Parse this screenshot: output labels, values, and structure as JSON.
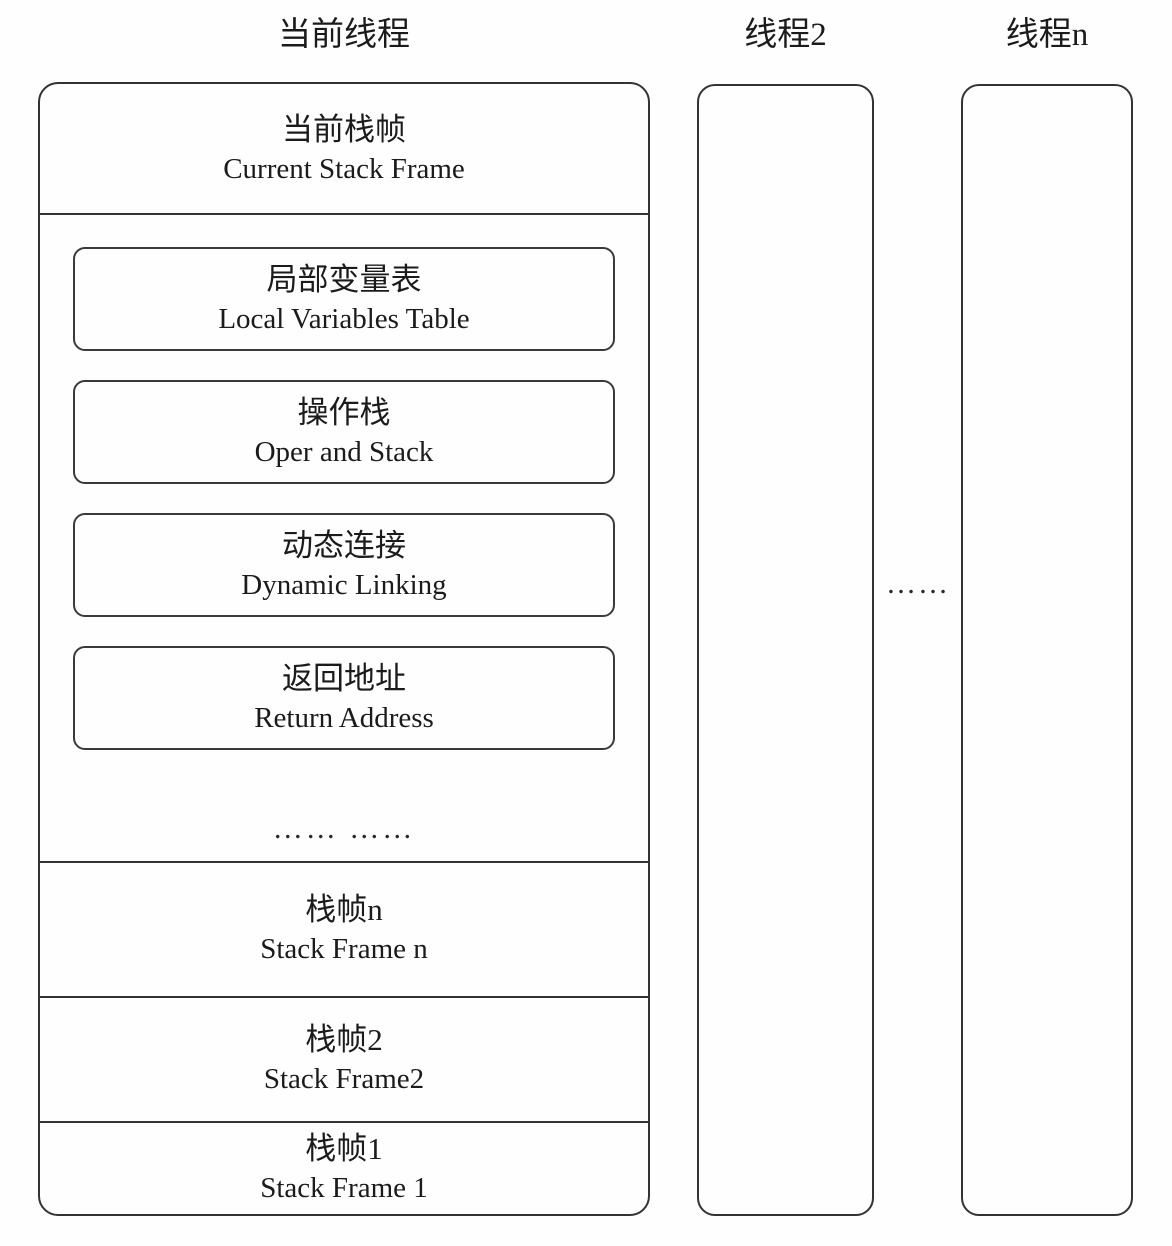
{
  "titles": {
    "current_thread": "当前线程",
    "thread_2": "线程2",
    "thread_n": "线程n"
  },
  "current_stack_frame": {
    "zh": "当前栈帧",
    "en": "Current Stack Frame"
  },
  "frame_parts": [
    {
      "zh": "局部变量表",
      "en": "Local Variables Table"
    },
    {
      "zh": "操作栈",
      "en": "Oper and Stack"
    },
    {
      "zh": "动态连接",
      "en": "Dynamic Linking"
    },
    {
      "zh": "返回地址",
      "en": "Return Address"
    }
  ],
  "inner_ellipsis": "…… ……",
  "stack_frames": [
    {
      "zh": "栈帧n",
      "en": "Stack Frame n"
    },
    {
      "zh": "栈帧2",
      "en": "Stack Frame2"
    },
    {
      "zh": "栈帧1",
      "en": "Stack Frame 1"
    }
  ],
  "threads_ellipsis": "……",
  "colors": {
    "border": "#333333",
    "text": "#1b1b1b",
    "background": "#fefefe"
  }
}
